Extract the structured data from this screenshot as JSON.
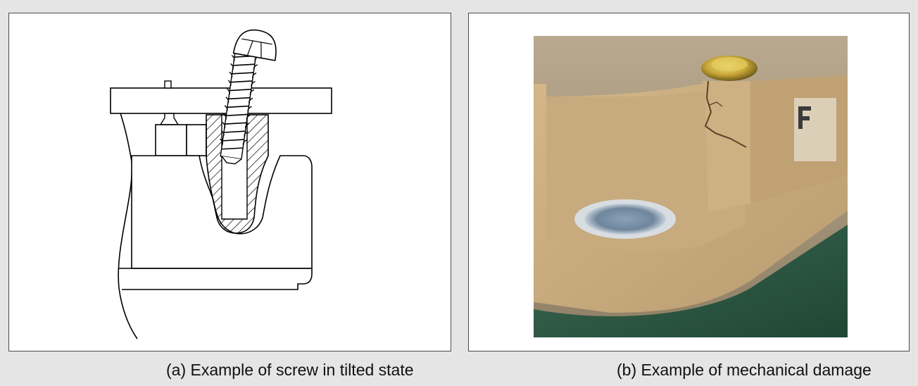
{
  "figures": {
    "a": {
      "caption": "(a) Example of screw in tilted state",
      "icon": "tilted-screw-cross-section-drawing"
    },
    "b": {
      "caption": "(b) Example of mechanical damage",
      "icon": "cracked-module-corner-photo"
    }
  },
  "colors": {
    "background": "#e5e5e5",
    "panel": "#ffffff",
    "line": "#000000",
    "module_case": "#c9a97a",
    "table": "#2f5a45",
    "screw_head": "#c8a634"
  }
}
